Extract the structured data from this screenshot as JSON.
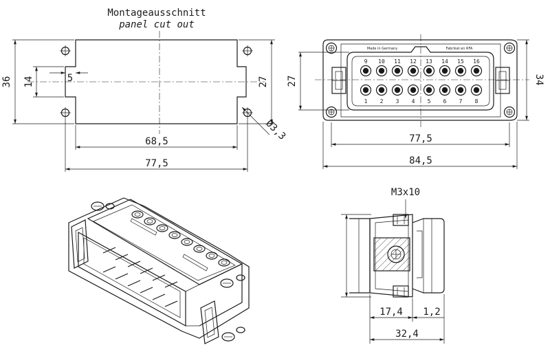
{
  "header": {
    "title_de": "Montageausschnitt",
    "title_en": "panel cut out"
  },
  "dimensions": {
    "panel_height": "36",
    "panel_inner_height": "14",
    "panel_offset": "5",
    "panel_side_height": "27",
    "hole_diameter": "Ø3,3",
    "panel_width_inner": "68,5",
    "panel_width_outer": "77,5",
    "front_height_left": "27",
    "front_height_right": "34",
    "front_width_inner": "77,5",
    "front_width_outer": "84,5",
    "screw": "M3x10",
    "side_width_a": "17,4",
    "side_width_b": "1,2",
    "side_width_total": "32,4"
  },
  "front_view": {
    "label_left": "Made in Germany",
    "label_right": "Fabrikat en RFA",
    "top_pins": [
      "9",
      "10",
      "11",
      "12",
      "13",
      "14",
      "15",
      "16"
    ],
    "bottom_pins": [
      "1",
      "2",
      "3",
      "4",
      "5",
      "6",
      "7",
      "8"
    ]
  },
  "colors": {
    "line": "#1a1a1a",
    "background": "#ffffff"
  }
}
